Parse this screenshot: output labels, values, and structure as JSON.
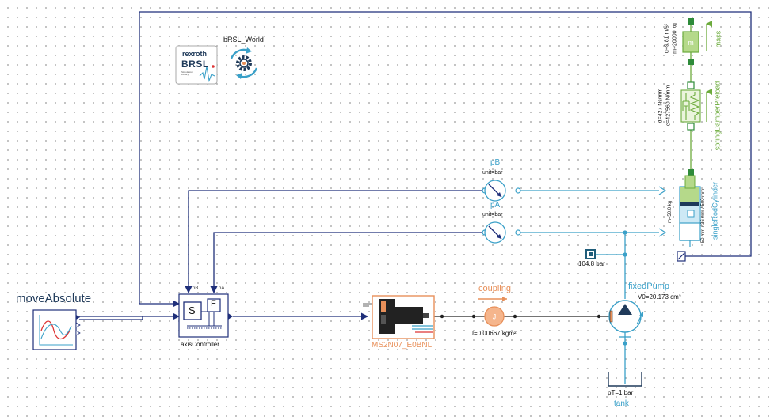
{
  "colors": {
    "signal": "#1f2f7a",
    "hydraulic": "#3aa0c8",
    "mechanical": "#222222",
    "green": "#6cab3c",
    "orange": "#e8905a"
  },
  "logo": {
    "brand": "rexroth",
    "product": "BRSL",
    "small": "Simulation Library"
  },
  "world": {
    "label": "bRSL_World",
    "icon": "gear-cycle-icon"
  },
  "move": {
    "label": "moveAbsolute",
    "icon": "motion-profile-icon"
  },
  "controller": {
    "label": "axisController",
    "s_port": "S",
    "f_port": "F",
    "pb_pin": "pB",
    "pa_pin": "pA"
  },
  "motor": {
    "label": "MS2N07_E0BNL",
    "icon": "servo-motor-icon"
  },
  "coupling": {
    "label": "coupling",
    "inertia": "J=0.00667 kgm²",
    "letter": "J"
  },
  "pump": {
    "label": "fixedPump",
    "volume": "V0=20.173 cm³",
    "icon": "pump-icon"
  },
  "tank": {
    "label": "tank",
    "pressure": "pT=1 bar"
  },
  "relief": {
    "value": "104.8 bar"
  },
  "sensor_b": {
    "label": "pB",
    "unit": "unit=bar"
  },
  "sensor_a": {
    "label": "pA",
    "unit": "unit=bar"
  },
  "cylinder": {
    "label": "singleRodCylinder",
    "dims": "50 mm / 36 mm / 500 mm",
    "mass": "m=50.0 kg"
  },
  "spring": {
    "label": "springDamperPreload",
    "d": "d=427 Ns/mm",
    "c": "c=427560 N/mm"
  },
  "mass": {
    "label": "mass",
    "g": "g=9.81 m/s²",
    "m": "m=20000 kg",
    "letter": "m"
  }
}
